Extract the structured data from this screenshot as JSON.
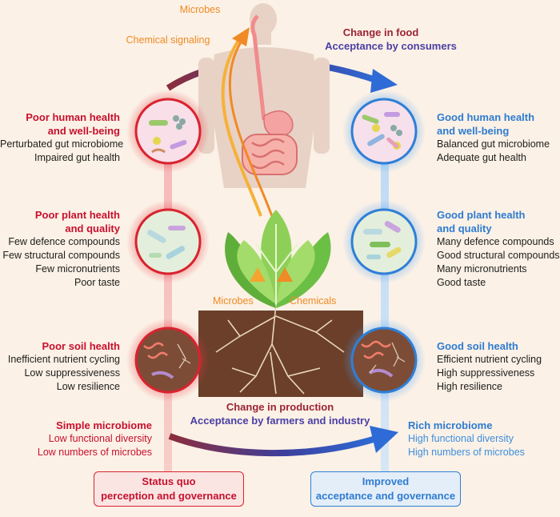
{
  "top": {
    "microbes": "Microbes",
    "chemical_signaling": "Chemical signaling",
    "change_food": "Change in food",
    "acceptance_consumers": "Acceptance by consumers"
  },
  "left": {
    "human": {
      "title1": "Poor human health",
      "title2": "and well-being",
      "lines": [
        "Perturbated gut microbiome",
        "Impaired gut health"
      ]
    },
    "plant": {
      "title1": "Poor plant health",
      "title2": "and quality",
      "lines": [
        "Few defence compounds",
        "Few structural compounds",
        "Few micronutrients",
        "Poor taste"
      ]
    },
    "soil": {
      "title1": "Poor soil health",
      "lines": [
        "Inefficient nutrient cycling",
        "Low suppressiveness",
        "Low resilience"
      ]
    },
    "microbiome": {
      "title1": "Simple microbiome",
      "lines": [
        "Low functional diversity",
        "Low numbers of microbes"
      ]
    }
  },
  "right": {
    "human": {
      "title1": "Good human health",
      "title2": "and well-being",
      "lines": [
        "Balanced gut microbiome",
        "Adequate gut health"
      ]
    },
    "plant": {
      "title1": "Good plant health",
      "title2": "and quality",
      "lines": [
        "Many defence compounds",
        "Good structural compounds",
        "Many micronutrients",
        "Good taste"
      ]
    },
    "soil": {
      "title1": "Good soil health",
      "lines": [
        "Efficient nutrient cycling",
        "High suppressiveness",
        "High resilience"
      ]
    },
    "microbiome": {
      "title1": "Rich microbiome",
      "lines": [
        "High functional diversity",
        "High numbers of microbes"
      ]
    }
  },
  "center": {
    "microbes": "Microbes",
    "chemicals": "Chemicals",
    "change_production": "Change in production",
    "acceptance_farmers": "Acceptance by farmers and industry"
  },
  "bottom": {
    "status_quo1": "Status quo",
    "status_quo2": "perception and governance",
    "improved1": "Improved",
    "improved2": "acceptance and governance"
  },
  "colors": {
    "poor": "#c8102e",
    "good": "#2e7bd0",
    "orange": "#f08a24",
    "background": "#fbf1e6",
    "soil": "#6b3f2a"
  }
}
